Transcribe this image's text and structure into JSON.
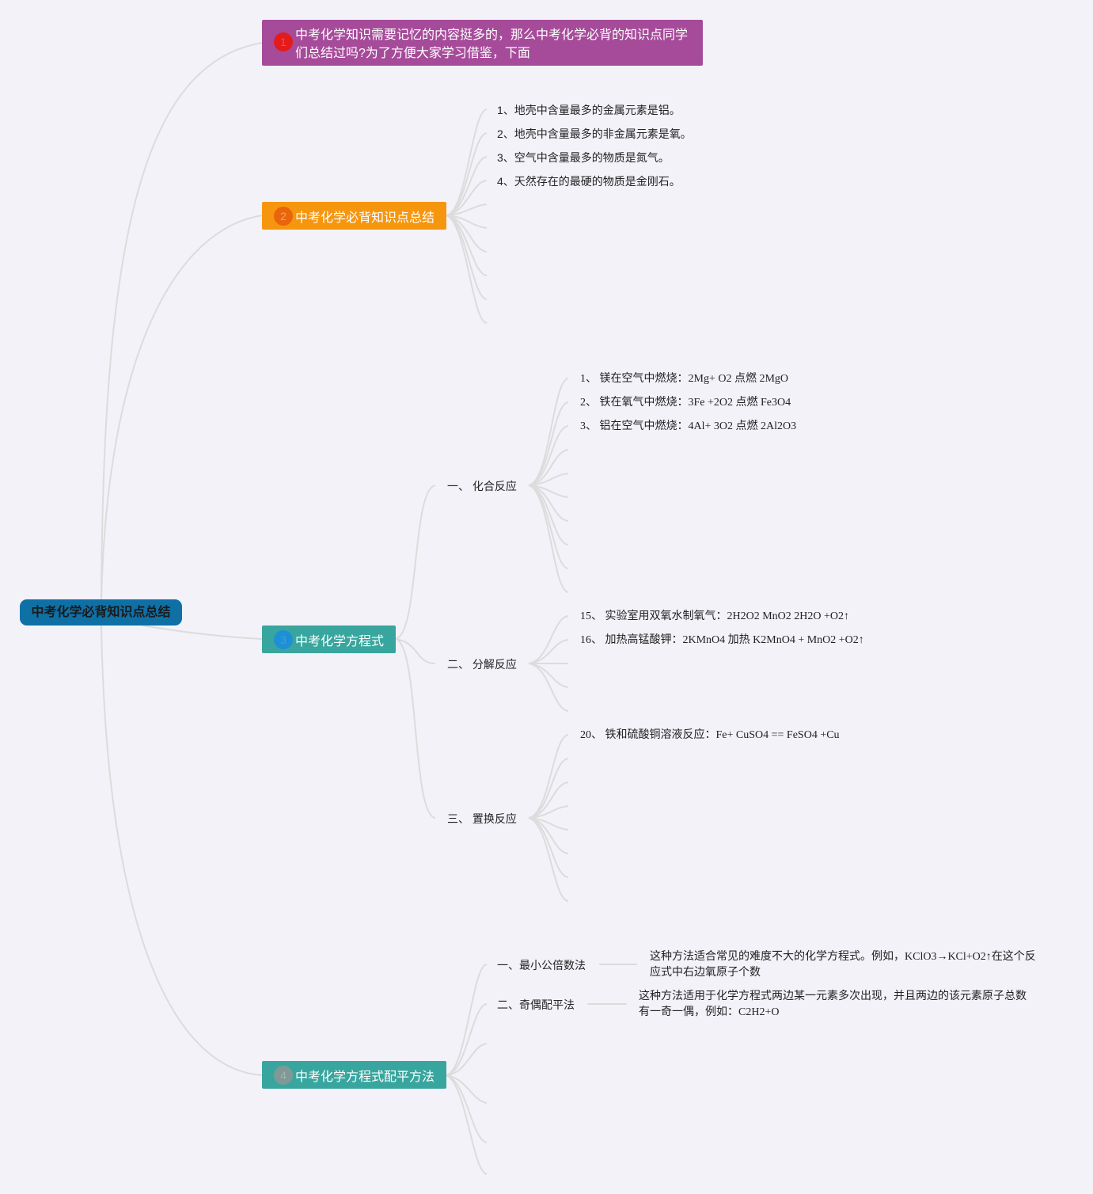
{
  "root": {
    "label": "中考化学必背知识点总结"
  },
  "topics": [
    {
      "num": "1",
      "label": "中考化学知识需要记忆的内容挺多的，那么中考化学必背的知识点同学们总结过吗?为了方便大家学习借鉴，下面"
    },
    {
      "num": "2",
      "label": "中考化学必背知识点总结",
      "items": [
        "1、地壳中含量最多的金属元素是铝。",
        "2、地壳中含量最多的非金属元素是氧。",
        "3、空气中含量最多的物质是氮气。",
        "4、天然存在的最硬的物质是金刚石。"
      ]
    },
    {
      "num": "3",
      "label": "中考化学方程式",
      "groups": [
        {
          "label": "一、 化合反应",
          "items": [
            "1、 镁在空气中燃烧：2Mg+ O2 点燃 2MgO",
            "2、 铁在氧气中燃烧：3Fe +2O2 点燃 Fe3O4",
            "3、 铝在空气中燃烧：4Al+ 3O2 点燃 2Al2O3"
          ]
        },
        {
          "label": "二、 分解反应",
          "items": [
            "15、 实验室用双氧水制氧气：2H2O2 MnO2 2H2O +O2↑",
            "16、 加热高锰酸钾：2KMnO4 加热 K2MnO4 + MnO2 +O2↑"
          ]
        },
        {
          "label": "三、 置换反应",
          "items": [
            "20、 铁和硫酸铜溶液反应：Fe+ CuSO4 == FeSO4 +Cu"
          ]
        }
      ]
    },
    {
      "num": "4",
      "label": "中考化学方程式配平方法",
      "methods": [
        {
          "label": "一、最小公倍数法",
          "note": "这种方法适合常见的难度不大的化学方程式。例如，KClO3→KCl+O2↑在这个反应式中右边氧原子个数"
        },
        {
          "label": "二、奇偶配平法",
          "note": "这种方法适用于化学方程式两边某一元素多次出现，并且两边的该元素原子总数有一奇一偶，例如：C2H2+O"
        }
      ]
    }
  ]
}
